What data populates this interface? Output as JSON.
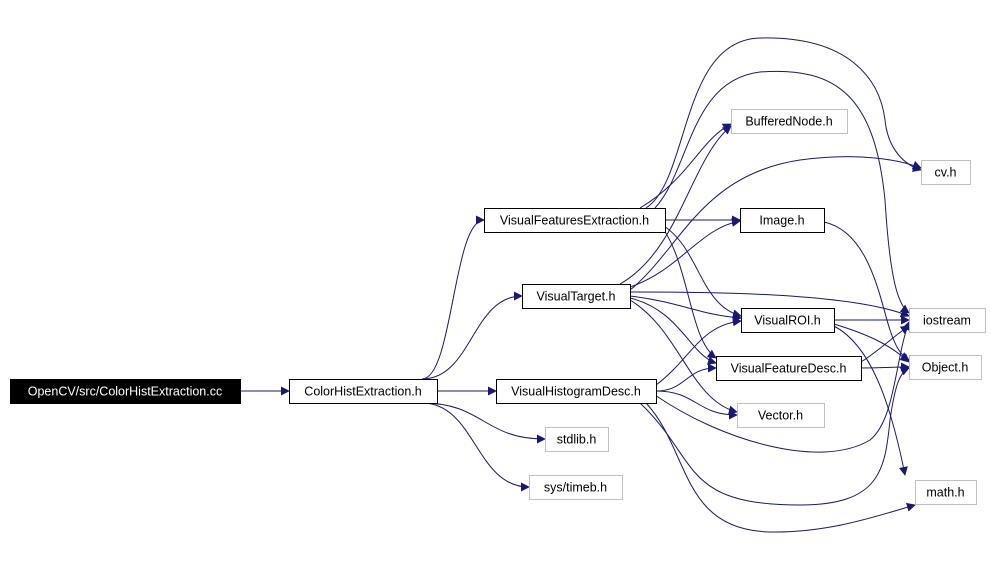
{
  "graph": {
    "edge_color": "#191970",
    "nodes": [
      {
        "id": "root",
        "label": "OpenCV/src/ColorHistExtraction.cc",
        "style": "root"
      },
      {
        "id": "che",
        "label": "ColorHistExtraction.h",
        "style": "documented"
      },
      {
        "id": "vfe",
        "label": "VisualFeaturesExtraction.h",
        "style": "documented"
      },
      {
        "id": "vt",
        "label": "VisualTarget.h",
        "style": "documented"
      },
      {
        "id": "vhd",
        "label": "VisualHistogramDesc.h",
        "style": "documented"
      },
      {
        "id": "stdlib",
        "label": "stdlib.h",
        "style": "external"
      },
      {
        "id": "timeb",
        "label": "sys/timeb.h",
        "style": "external"
      },
      {
        "id": "bn",
        "label": "BufferedNode.h",
        "style": "external"
      },
      {
        "id": "img",
        "label": "Image.h",
        "style": "documented"
      },
      {
        "id": "vroi",
        "label": "VisualROI.h",
        "style": "documented"
      },
      {
        "id": "vfd",
        "label": "VisualFeatureDesc.h",
        "style": "documented"
      },
      {
        "id": "vec",
        "label": "Vector.h",
        "style": "external"
      },
      {
        "id": "cv",
        "label": "cv.h",
        "style": "external"
      },
      {
        "id": "ios",
        "label": "iostream",
        "style": "external"
      },
      {
        "id": "obj",
        "label": "Object.h",
        "style": "external"
      },
      {
        "id": "math",
        "label": "math.h",
        "style": "external"
      }
    ],
    "edges": [
      [
        "root",
        "che"
      ],
      [
        "che",
        "vfe"
      ],
      [
        "che",
        "vt"
      ],
      [
        "che",
        "vhd"
      ],
      [
        "che",
        "stdlib"
      ],
      [
        "che",
        "timeb"
      ],
      [
        "vfe",
        "bn"
      ],
      [
        "vfe",
        "img"
      ],
      [
        "vfe",
        "cv"
      ],
      [
        "vfe",
        "ios"
      ],
      [
        "vfe",
        "vroi"
      ],
      [
        "vfe",
        "vfd"
      ],
      [
        "vt",
        "img"
      ],
      [
        "vt",
        "cv"
      ],
      [
        "vt",
        "ios"
      ],
      [
        "vt",
        "vroi"
      ],
      [
        "vt",
        "vfd"
      ],
      [
        "vt",
        "vec"
      ],
      [
        "vt",
        "bn"
      ],
      [
        "vhd",
        "vroi"
      ],
      [
        "vhd",
        "vfd"
      ],
      [
        "vhd",
        "vec"
      ],
      [
        "vhd",
        "math"
      ],
      [
        "vhd",
        "obj"
      ],
      [
        "vhd",
        "ios"
      ],
      [
        "img",
        "obj"
      ],
      [
        "vroi",
        "ios"
      ],
      [
        "vroi",
        "obj"
      ],
      [
        "vroi",
        "math"
      ],
      [
        "vfd",
        "obj"
      ],
      [
        "vfd",
        "ios"
      ]
    ]
  }
}
